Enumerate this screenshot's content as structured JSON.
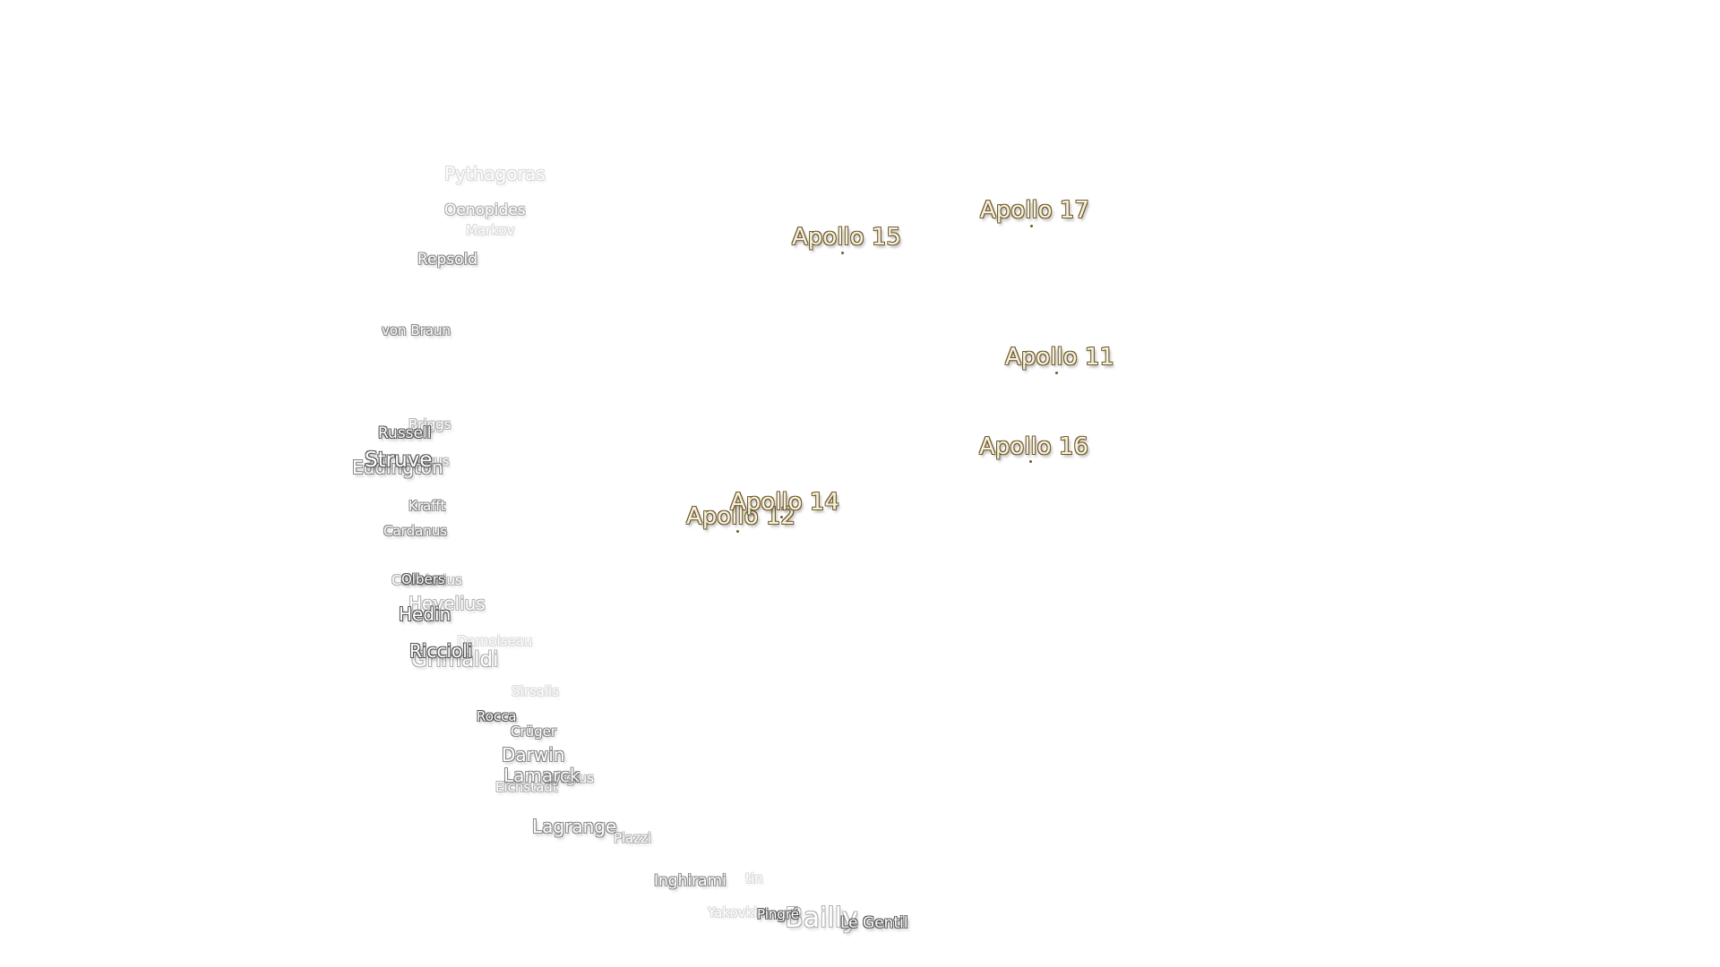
{
  "craters": [
    {
      "id": "pythagoras",
      "name": "Pythagoras"
    },
    {
      "id": "oenopides",
      "name": "Oenopides"
    },
    {
      "id": "markov",
      "name": "Markov"
    },
    {
      "id": "repsold",
      "name": "Repsold"
    },
    {
      "id": "von-braun",
      "name": "von Braun"
    },
    {
      "id": "briggs",
      "name": "Briggs"
    },
    {
      "id": "russell",
      "name": "Russell"
    },
    {
      "id": "struve",
      "name": "Struve"
    },
    {
      "id": "eddington",
      "name": "Eddington"
    },
    {
      "id": "seleucus",
      "name": "cus"
    },
    {
      "id": "krafft",
      "name": "Krafft"
    },
    {
      "id": "cardanus",
      "name": "Cardanus"
    },
    {
      "id": "cavalerius",
      "name": "Cavalerius"
    },
    {
      "id": "olbers",
      "name": "Olbers"
    },
    {
      "id": "hevelius",
      "name": "Hevelius"
    },
    {
      "id": "hedin",
      "name": "Hedin"
    },
    {
      "id": "schlesinger",
      "name": "Grimaldi"
    },
    {
      "id": "riccioli",
      "name": "Riccioli"
    },
    {
      "id": "rocca-faint",
      "name": "Damoiseau"
    },
    {
      "id": "sirsalis",
      "name": "Sirsalis"
    },
    {
      "id": "rocca",
      "name": "Rocca"
    },
    {
      "id": "cruger",
      "name": "Crüger"
    },
    {
      "id": "darwin",
      "name": "Darwin"
    },
    {
      "id": "lamarck",
      "name": "Lamarck"
    },
    {
      "id": "byrgius",
      "name": "Byrgius"
    },
    {
      "id": "eichstadt",
      "name": "Eichstadt"
    },
    {
      "id": "lagrange",
      "name": "Lagrange"
    },
    {
      "id": "piazzi",
      "name": "Piazzi"
    },
    {
      "id": "inghirami",
      "name": "Inghirami"
    },
    {
      "id": "fourier",
      "name": "tin"
    },
    {
      "id": "yakovkin",
      "name": "Yakovkin"
    },
    {
      "id": "pingre",
      "name": "Pingré"
    },
    {
      "id": "bailly",
      "name": "Bailly"
    },
    {
      "id": "le-gentil",
      "name": "Le Gentil"
    }
  ],
  "landing_sites": [
    {
      "id": "apollo-17",
      "name": "Apollo 17"
    },
    {
      "id": "apollo-15",
      "name": "Apollo 15"
    },
    {
      "id": "apollo-11",
      "name": "Apollo 11"
    },
    {
      "id": "apollo-16",
      "name": "Apollo 16"
    },
    {
      "id": "apollo-14",
      "name": "Apollo 14"
    },
    {
      "id": "apollo-12",
      "name": "Apollo 12"
    }
  ]
}
